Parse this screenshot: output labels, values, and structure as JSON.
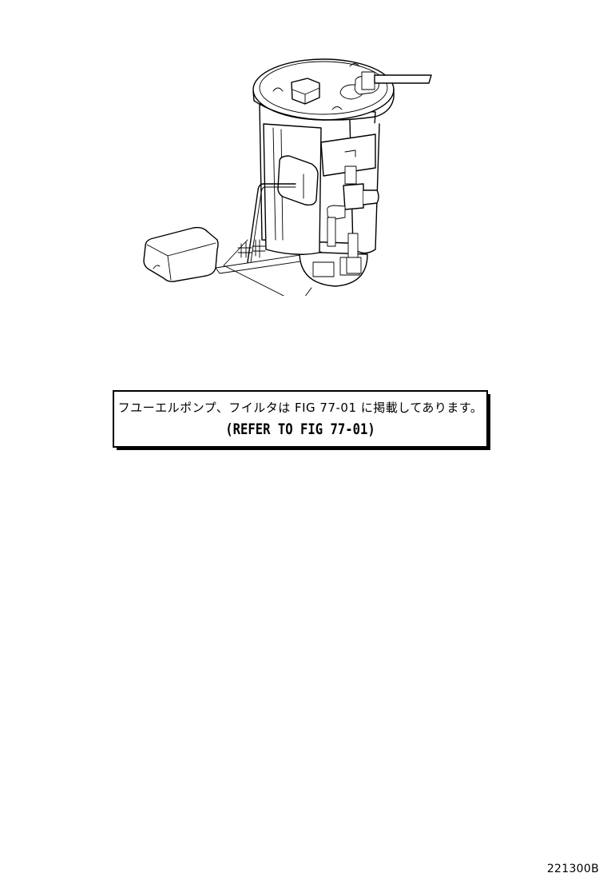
{
  "diagram": {
    "subject": "fuel-pump-assembly",
    "parts": [
      {
        "name": "pump-top-flange"
      },
      {
        "name": "outlet-hose"
      },
      {
        "name": "connector"
      },
      {
        "name": "pump-body"
      },
      {
        "name": "pressure-regulator"
      },
      {
        "name": "float-arm"
      },
      {
        "name": "float"
      },
      {
        "name": "sender-bracket"
      },
      {
        "name": "filter-sock"
      }
    ]
  },
  "notice": {
    "japanese_text": "フユーエルポンプ、フイルタは FIG 77-01 に掲載してあります。",
    "english_text": "(REFER TO FIG 77-01)"
  },
  "figure_code": "221300B"
}
